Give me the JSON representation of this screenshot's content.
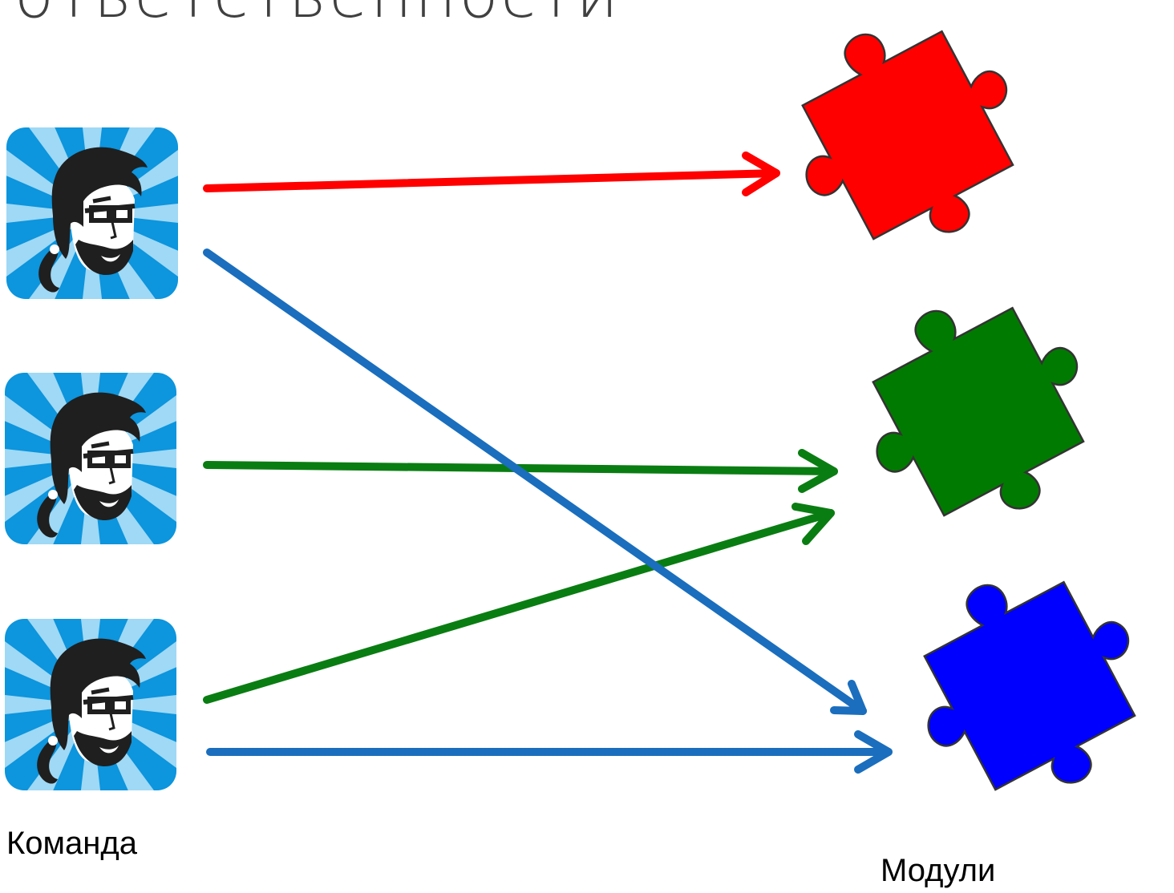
{
  "title": "ответственности",
  "captions": {
    "team": "Команда",
    "modules": "Модули"
  },
  "team": [
    {
      "icon": "developer-avatar-icon"
    },
    {
      "icon": "developer-avatar-icon"
    },
    {
      "icon": "developer-avatar-icon"
    }
  ],
  "modules": [
    {
      "icon": "puzzle-piece-icon",
      "color": "#ff0000"
    },
    {
      "icon": "puzzle-piece-icon",
      "color": "#007a00"
    },
    {
      "icon": "puzzle-piece-icon",
      "color": "#0000ff"
    }
  ],
  "arrow_colors": {
    "red": "#ff0000",
    "green": "#0a7d12",
    "blue": "#1a6ebd"
  },
  "avatar_colors": {
    "background": "#0d95dd",
    "rays": "#9fd9f5",
    "hair": "#1f1f1f",
    "skin": "#ffffff"
  }
}
